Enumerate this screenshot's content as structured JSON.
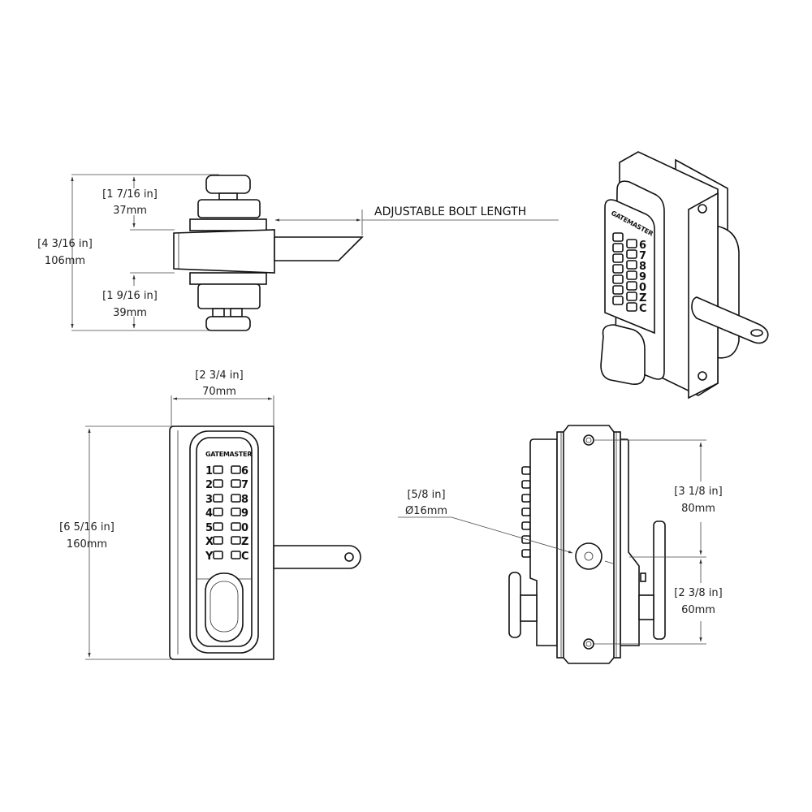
{
  "top_view": {
    "dim_top_in": "[1 7/16 in]",
    "dim_top_mm": "37mm",
    "dim_total_in": "[4 3/16 in]",
    "dim_total_mm": "106mm",
    "dim_bottom_in": "[1 9/16 in]",
    "dim_bottom_mm": "39mm",
    "bolt_label": "ADJUSTABLE BOLT LENGTH"
  },
  "front_view": {
    "width_in": "[2 3/4 in]",
    "width_mm": "70mm",
    "height_in": "[6 5/16 in]",
    "height_mm": "160mm",
    "brand": "GATEMASTER",
    "keys_left": [
      "1",
      "2",
      "3",
      "4",
      "5",
      "X",
      "Y"
    ],
    "keys_right": [
      "6",
      "7",
      "8",
      "9",
      "0",
      "Z",
      "C"
    ]
  },
  "side_view": {
    "hole_in": "[5/8 in]",
    "hole_mm": "Ø16mm",
    "upper_in": "[3 1/8 in]",
    "upper_mm": "80mm",
    "lower_in": "[2 3/8 in]",
    "lower_mm": "60mm"
  },
  "iso_view": {
    "brand": "GATEMASTER",
    "keys": [
      "6",
      "7",
      "8",
      "9",
      "0",
      "Z",
      "C"
    ]
  }
}
